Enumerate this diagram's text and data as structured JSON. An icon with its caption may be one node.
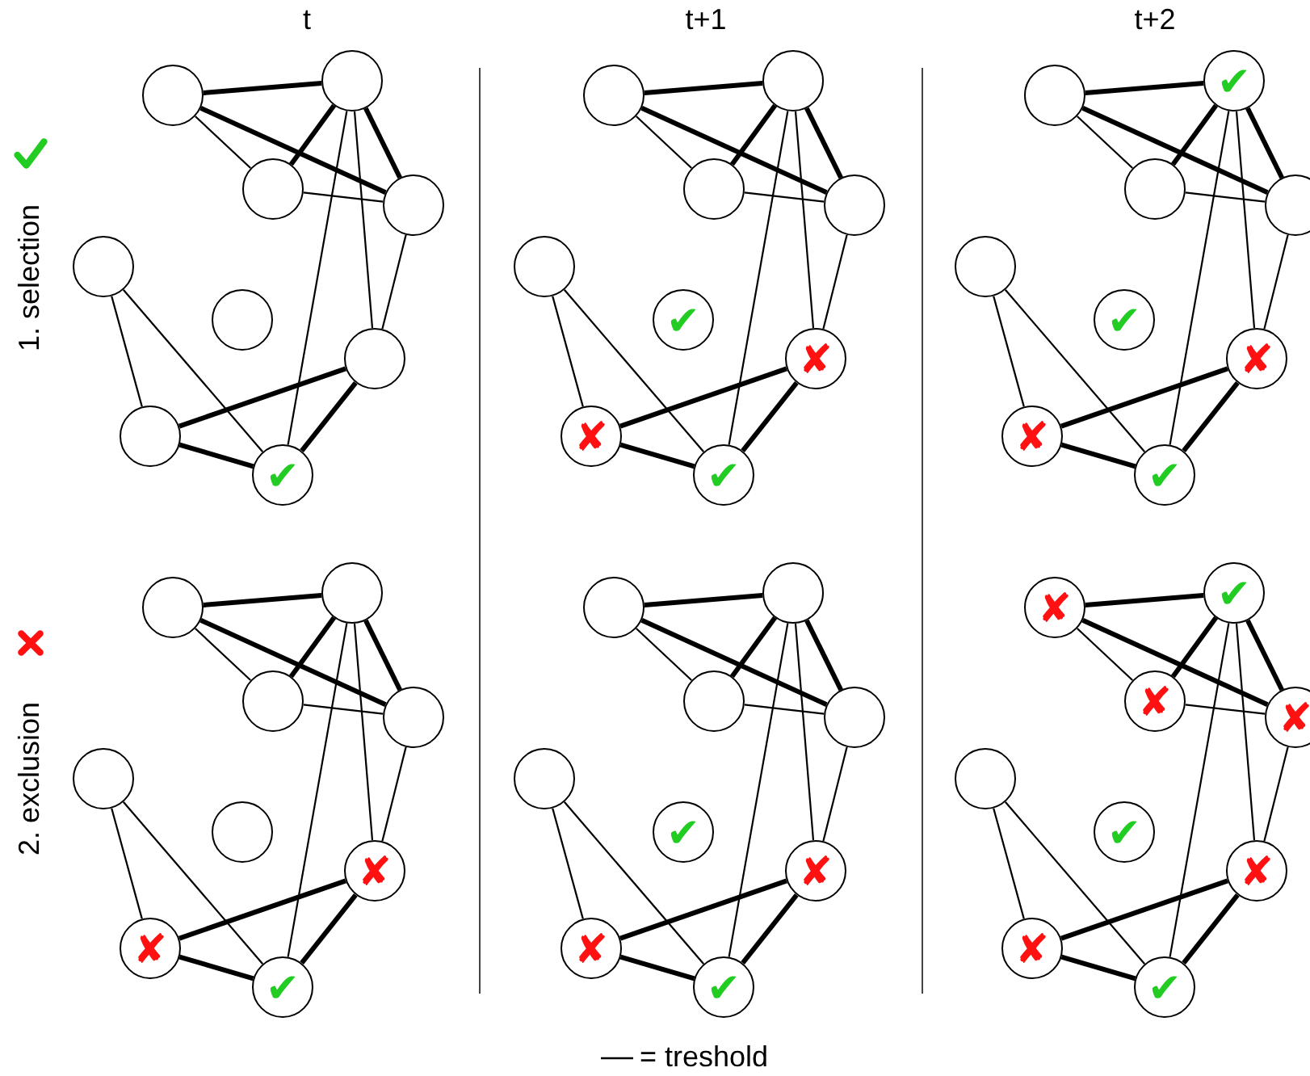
{
  "diagram": {
    "nodes": [
      {
        "text": [],
        "shape": "circle"
      },
      {
        "text": [],
        "shape": "circle"
      },
      {
        "text": [],
        "shape": "circle"
      },
      {
        "text": [],
        "shape": "circle"
      },
      {
        "text": [],
        "shape": "circle"
      },
      {
        "text": [],
        "shape": "circle"
      },
      {
        "text": [],
        "shape": "circle"
      },
      {
        "text": [],
        "shape": "circle"
      },
      {
        "text": [
          "✔"
        ]
      },
      {
        "text": [],
        "shape": "circle"
      },
      {
        "text": [],
        "shape": "circle"
      },
      {
        "text": [],
        "shape": "circle"
      },
      {
        "text": [],
        "shape": "circle"
      },
      {
        "text": [],
        "shape": "circle"
      },
      {
        "text": [
          "✔"
        ]
      },
      {
        "text": [
          "✘"
        ]
      },
      {
        "text": [
          "✘"
        ]
      },
      {
        "text": [
          "✔"
        ]
      },
      {
        "text": [],
        "shape": "circle"
      },
      {
        "text": [
          "✔"
        ]
      },
      {
        "text": [],
        "shape": "circle"
      },
      {
        "text": [],
        "shape": "circle"
      },
      {
        "text": [],
        "shape": "circle"
      },
      {
        "text": [
          "✔"
        ]
      },
      {
        "text": [
          "✘"
        ]
      },
      {
        "text": [
          "✘"
        ]
      },
      {
        "text": [
          "✔"
        ]
      },
      {
        "text": [],
        "shape": "circle"
      },
      {
        "text": [],
        "shape": "circle"
      },
      {
        "text": [],
        "shape": "circle"
      },
      {
        "text": [],
        "shape": "circle"
      },
      {
        "text": [],
        "shape": "circle"
      },
      {
        "text": [],
        "shape": "circle"
      },
      {
        "text": [
          "✘"
        ]
      },
      {
        "text": [
          "✘"
        ]
      },
      {
        "text": [
          "✔"
        ]
      },
      {
        "text": [],
        "shape": "circle"
      },
      {
        "text": [],
        "shape": "circle"
      },
      {
        "text": [],
        "shape": "circle"
      },
      {
        "text": [],
        "shape": "circle"
      },
      {
        "text": [],
        "shape": "circle"
      },
      {
        "text": [
          "✔"
        ]
      },
      {
        "text": [
          "✘"
        ]
      },
      {
        "text": [
          "✘"
        ]
      },
      {
        "text": [
          "✔"
        ]
      },
      {
        "text": [
          "✘"
        ]
      },
      {
        "text": [
          "✔"
        ]
      },
      {
        "text": [
          "✘"
        ]
      },
      {
        "text": [
          "✘"
        ]
      },
      {
        "text": [],
        "shape": "circle"
      },
      {
        "text": [
          "✔"
        ]
      },
      {
        "text": [
          "✘"
        ]
      },
      {
        "text": [
          "✘"
        ]
      },
      {
        "text": [
          "✔"
        ]
      }
    ],
    "edges": [
      {
        "from": 0,
        "to": 1,
        "arrow": "none",
        "style": "thick"
      },
      {
        "from": 0,
        "to": 2,
        "arrow": "none"
      },
      {
        "from": 0,
        "to": 3,
        "arrow": "none",
        "style": "thick"
      },
      {
        "from": 1,
        "to": 2,
        "arrow": "none",
        "style": "thick"
      },
      {
        "from": 1,
        "to": 3,
        "arrow": "none",
        "style": "thick"
      },
      {
        "from": 2,
        "to": 3,
        "arrow": "none"
      },
      {
        "from": 1,
        "to": 8,
        "arrow": "none"
      },
      {
        "from": 1,
        "to": 6,
        "arrow": "none"
      },
      {
        "from": 3,
        "to": 6,
        "arrow": "none"
      },
      {
        "from": 4,
        "to": 7,
        "arrow": "none"
      },
      {
        "from": 4,
        "to": 8,
        "arrow": "none"
      },
      {
        "from": 7,
        "to": 6,
        "arrow": "none",
        "style": "thick"
      },
      {
        "from": 7,
        "to": 8,
        "arrow": "none",
        "style": "thick"
      },
      {
        "from": 8,
        "to": 6,
        "arrow": "none",
        "style": "thick"
      },
      {
        "from": 9,
        "to": 10,
        "arrow": "none",
        "style": "thick"
      },
      {
        "from": 9,
        "to": 11,
        "arrow": "none"
      },
      {
        "from": 9,
        "to": 12,
        "arrow": "none",
        "style": "thick"
      },
      {
        "from": 10,
        "to": 11,
        "arrow": "none",
        "style": "thick"
      },
      {
        "from": 10,
        "to": 12,
        "arrow": "none",
        "style": "thick"
      },
      {
        "from": 11,
        "to": 12,
        "arrow": "none"
      },
      {
        "from": 10,
        "to": 17,
        "arrow": "none"
      },
      {
        "from": 10,
        "to": 15,
        "arrow": "none"
      },
      {
        "from": 12,
        "to": 15,
        "arrow": "none"
      },
      {
        "from": 13,
        "to": 16,
        "arrow": "none"
      },
      {
        "from": 13,
        "to": 17,
        "arrow": "none"
      },
      {
        "from": 16,
        "to": 15,
        "arrow": "none",
        "style": "thick"
      },
      {
        "from": 16,
        "to": 17,
        "arrow": "none",
        "style": "thick"
      },
      {
        "from": 17,
        "to": 15,
        "arrow": "none",
        "style": "thick"
      },
      {
        "from": 18,
        "to": 19,
        "arrow": "none",
        "style": "thick"
      },
      {
        "from": 18,
        "to": 20,
        "arrow": "none"
      },
      {
        "from": 18,
        "to": 21,
        "arrow": "none",
        "style": "thick"
      },
      {
        "from": 19,
        "to": 20,
        "arrow": "none",
        "style": "thick"
      },
      {
        "from": 19,
        "to": 21,
        "arrow": "none",
        "style": "thick"
      },
      {
        "from": 20,
        "to": 21,
        "arrow": "none"
      },
      {
        "from": 19,
        "to": 26,
        "arrow": "none"
      },
      {
        "from": 19,
        "to": 24,
        "arrow": "none"
      },
      {
        "from": 21,
        "to": 24,
        "arrow": "none"
      },
      {
        "from": 22,
        "to": 25,
        "arrow": "none"
      },
      {
        "from": 22,
        "to": 26,
        "arrow": "none"
      },
      {
        "from": 25,
        "to": 24,
        "arrow": "none",
        "style": "thick"
      },
      {
        "from": 25,
        "to": 26,
        "arrow": "none",
        "style": "thick"
      },
      {
        "from": 26,
        "to": 24,
        "arrow": "none",
        "style": "thick"
      },
      {
        "from": 27,
        "to": 28,
        "arrow": "none",
        "style": "thick"
      },
      {
        "from": 27,
        "to": 29,
        "arrow": "none"
      },
      {
        "from": 27,
        "to": 30,
        "arrow": "none",
        "style": "thick"
      },
      {
        "from": 28,
        "to": 29,
        "arrow": "none",
        "style": "thick"
      },
      {
        "from": 28,
        "to": 30,
        "arrow": "none",
        "style": "thick"
      },
      {
        "from": 29,
        "to": 30,
        "arrow": "none"
      },
      {
        "from": 28,
        "to": 35,
        "arrow": "none"
      },
      {
        "from": 28,
        "to": 33,
        "arrow": "none"
      },
      {
        "from": 30,
        "to": 33,
        "arrow": "none"
      },
      {
        "from": 31,
        "to": 34,
        "arrow": "none"
      },
      {
        "from": 31,
        "to": 35,
        "arrow": "none"
      },
      {
        "from": 34,
        "to": 33,
        "arrow": "none",
        "style": "thick"
      },
      {
        "from": 34,
        "to": 35,
        "arrow": "none",
        "style": "thick"
      },
      {
        "from": 35,
        "to": 33,
        "arrow": "none",
        "style": "thick"
      },
      {
        "from": 36,
        "to": 37,
        "arrow": "none",
        "style": "thick"
      },
      {
        "from": 36,
        "to": 38,
        "arrow": "none"
      },
      {
        "from": 36,
        "to": 39,
        "arrow": "none",
        "style": "thick"
      },
      {
        "from": 37,
        "to": 38,
        "arrow": "none",
        "style": "thick"
      },
      {
        "from": 37,
        "to": 39,
        "arrow": "none",
        "style": "thick"
      },
      {
        "from": 38,
        "to": 39,
        "arrow": "none"
      },
      {
        "from": 37,
        "to": 44,
        "arrow": "none"
      },
      {
        "from": 37,
        "to": 42,
        "arrow": "none"
      },
      {
        "from": 39,
        "to": 42,
        "arrow": "none"
      },
      {
        "from": 40,
        "to": 43,
        "arrow": "none"
      },
      {
        "from": 40,
        "to": 44,
        "arrow": "none"
      },
      {
        "from": 43,
        "to": 42,
        "arrow": "none",
        "style": "thick"
      },
      {
        "from": 43,
        "to": 44,
        "arrow": "none",
        "style": "thick"
      },
      {
        "from": 44,
        "to": 42,
        "arrow": "none",
        "style": "thick"
      },
      {
        "from": 45,
        "to": 46,
        "arrow": "none",
        "style": "thick"
      },
      {
        "from": 45,
        "to": 47,
        "arrow": "none"
      },
      {
        "from": 45,
        "to": 48,
        "arrow": "none",
        "style": "thick"
      },
      {
        "from": 46,
        "to": 47,
        "arrow": "none",
        "style": "thick"
      },
      {
        "from": 46,
        "to": 48,
        "arrow": "none",
        "style": "thick"
      },
      {
        "from": 47,
        "to": 48,
        "arrow": "none"
      },
      {
        "from": 46,
        "to": 53,
        "arrow": "none"
      },
      {
        "from": 46,
        "to": 51,
        "arrow": "none"
      },
      {
        "from": 48,
        "to": 51,
        "arrow": "none"
      },
      {
        "from": 49,
        "to": 52,
        "arrow": "none"
      },
      {
        "from": 49,
        "to": 53,
        "arrow": "none"
      },
      {
        "from": 52,
        "to": 51,
        "arrow": "none",
        "style": "thick"
      },
      {
        "from": 52,
        "to": 53,
        "arrow": "none",
        "style": "thick"
      },
      {
        "from": 53,
        "to": 51,
        "arrow": "none",
        "style": "thick"
      }
    ],
    "labels": [
      "t",
      "t+1",
      "t+2",
      "1. selection",
      "2. exclusion"
    ],
    "legend": [
      {
        "text": "= treshold"
      }
    ]
  }
}
